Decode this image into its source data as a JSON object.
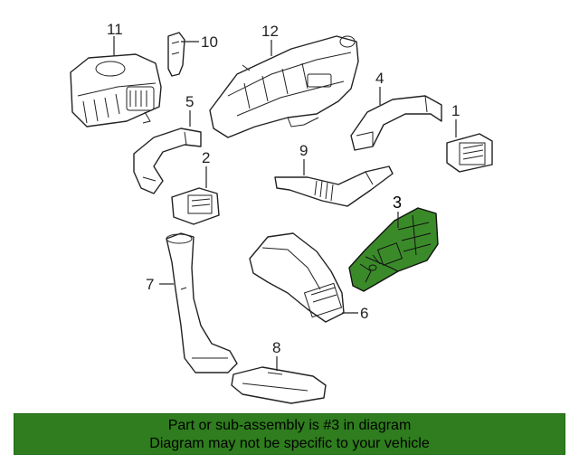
{
  "diagram": {
    "highlight_color": "#3b8a2a",
    "parts": [
      {
        "number": "1"
      },
      {
        "number": "2"
      },
      {
        "number": "3",
        "highlighted": true
      },
      {
        "number": "4"
      },
      {
        "number": "5"
      },
      {
        "number": "6"
      },
      {
        "number": "7"
      },
      {
        "number": "8"
      },
      {
        "number": "9"
      },
      {
        "number": "10"
      },
      {
        "number": "11"
      },
      {
        "number": "12"
      }
    ]
  },
  "banner": {
    "background": "#2f7d1e",
    "line1": "Part or sub-assembly is #3 in diagram",
    "line2": "Diagram may not be specific to your vehicle"
  }
}
